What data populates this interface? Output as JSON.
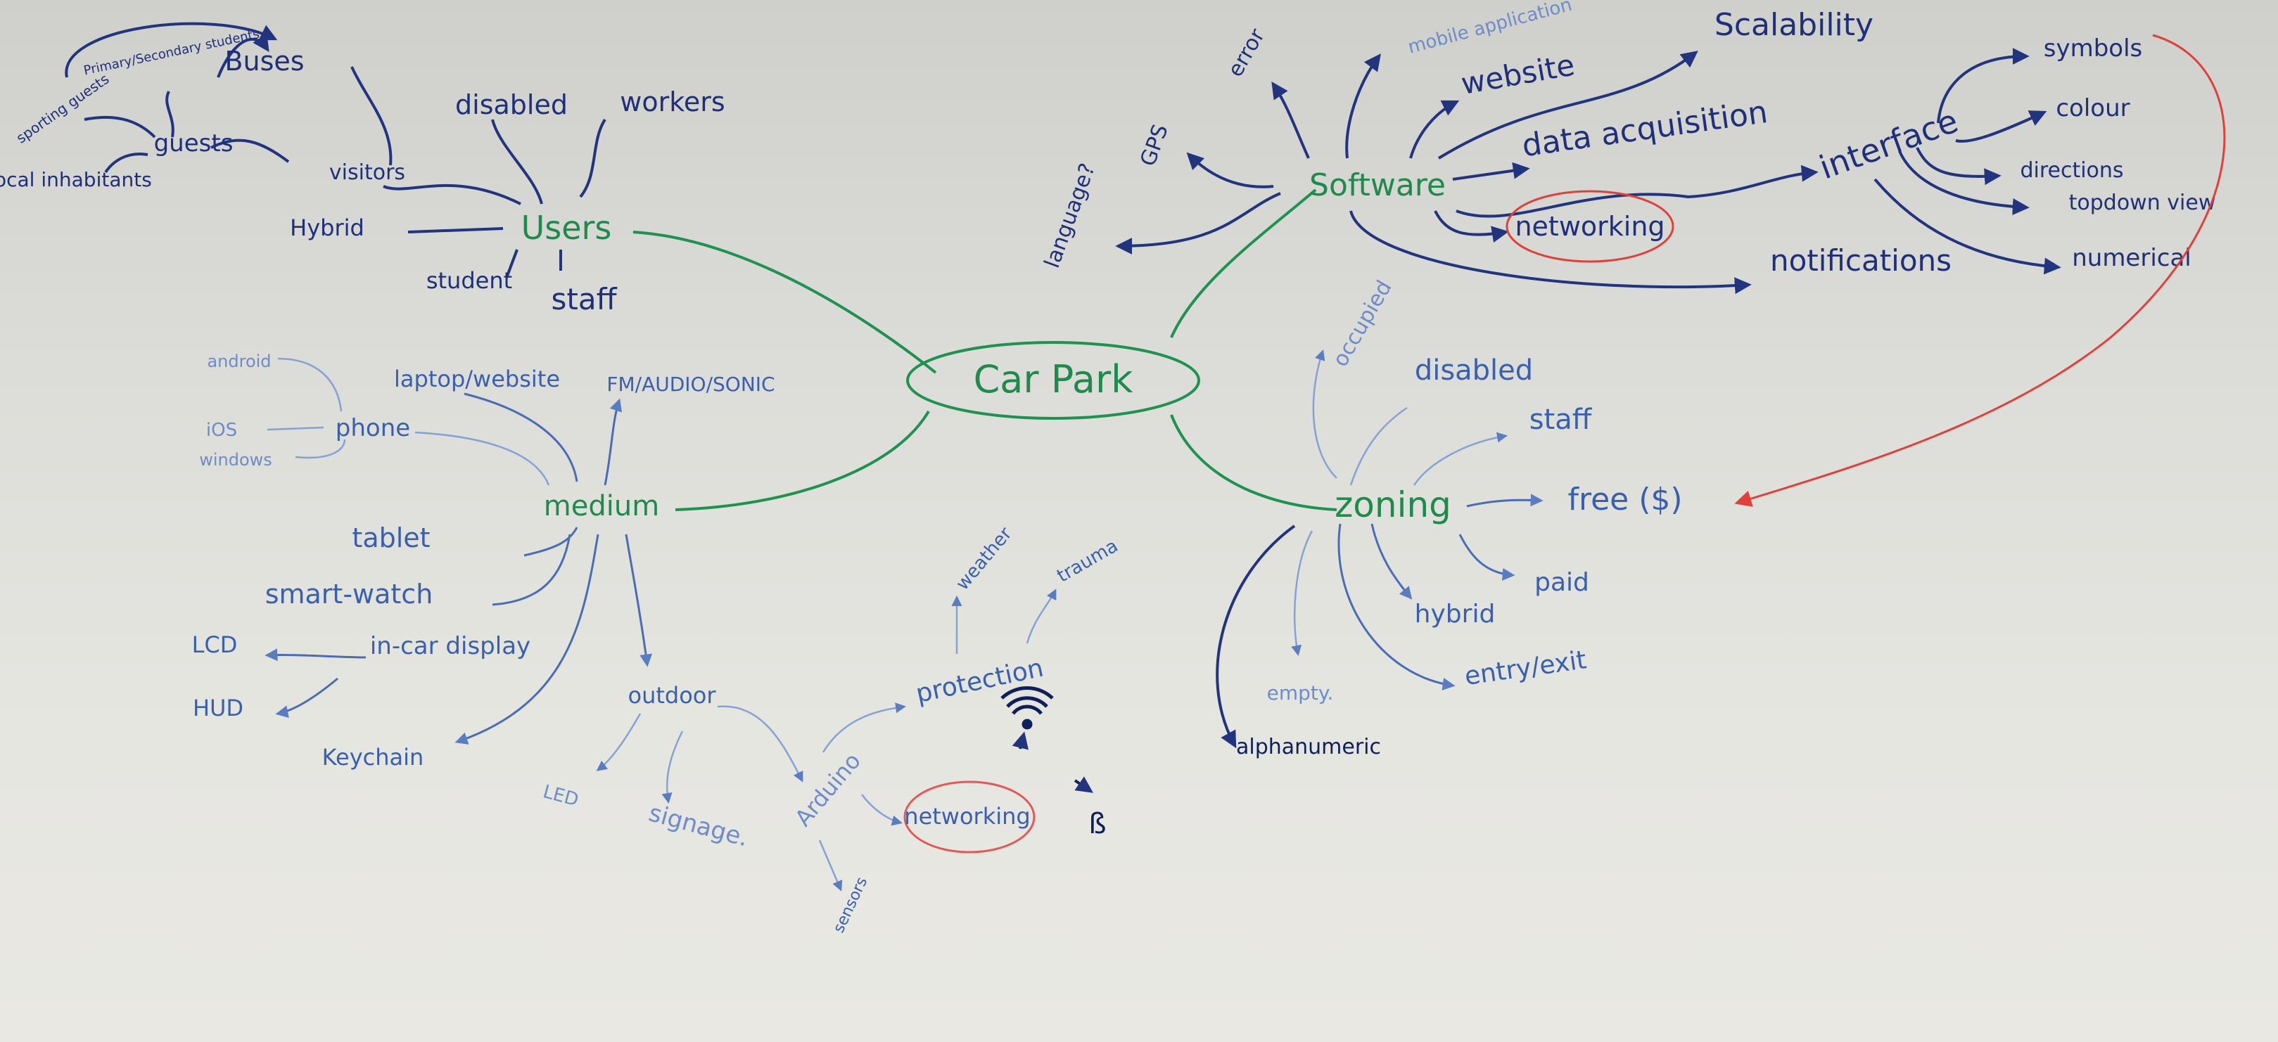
{
  "center": "Car Park",
  "users": {
    "label": "Users",
    "children": [
      "Buses",
      "Primary/Secondary students",
      "sporting guests",
      "guests",
      "local inhabitants",
      "visitors",
      "disabled",
      "workers",
      "Hybrid",
      "student",
      "staff"
    ]
  },
  "software": {
    "label": "Software",
    "children": [
      "GPS",
      "error",
      "mobile application",
      "website",
      "Scalability",
      "data acquisition",
      "language?",
      "networking",
      "interface",
      "symbols",
      "colour",
      "directions",
      "topdown view",
      "numerical",
      "notifications"
    ]
  },
  "zoning": {
    "label": "zoning",
    "children": [
      "occupied",
      "disabled",
      "staff",
      "free ($)",
      "paid",
      "hybrid",
      "entry/exit",
      "empty.",
      "alphanumeric"
    ]
  },
  "medium": {
    "label": "medium",
    "children": [
      "android",
      "iOS",
      "windows",
      "phone",
      "laptop/website",
      "FM/AUDIO/SONIC",
      "tablet",
      "smart-watch",
      "LCD",
      "in-car display",
      "HUD",
      "Keychain",
      "outdoor",
      "LED",
      "signage.",
      "Arduino",
      "protection",
      "weather",
      "trauma",
      "networking",
      "sensors"
    ]
  },
  "colors": {
    "green": "#1f8a4c",
    "blue": "#1f2f7a",
    "light_blue": "#6d8cc8",
    "red": "#e0403a"
  }
}
